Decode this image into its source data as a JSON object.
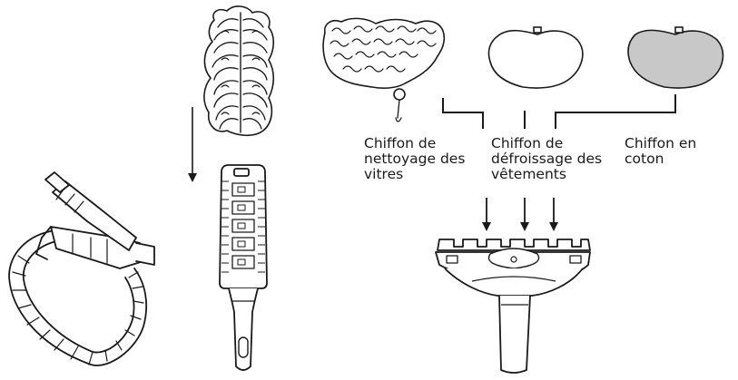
{
  "labels": {
    "glass_cloth": [
      "Chiffon de",
      "nettoyage des",
      "vitres"
    ],
    "garment_cloth": [
      "Chiffon de",
      "défroissage des",
      "vêtements"
    ],
    "cotton_cloth": [
      "Chiffon en",
      "coton"
    ]
  },
  "colors": {
    "stroke": "#1a1a1a",
    "cotton_fill": "#c8c8c8",
    "paper": "#ffffff"
  },
  "icons": {
    "hose": "steam-hose-icon",
    "microfiber_pad": "microfiber-pad-icon",
    "window_tool": "window-cleaning-tool-icon",
    "glass_cloth": "chenille-cloth-icon",
    "garment_cloth": "garment-cloth-icon",
    "cotton_cloth": "cotton-cloth-icon",
    "garment_tool": "garment-steamer-head-icon"
  }
}
